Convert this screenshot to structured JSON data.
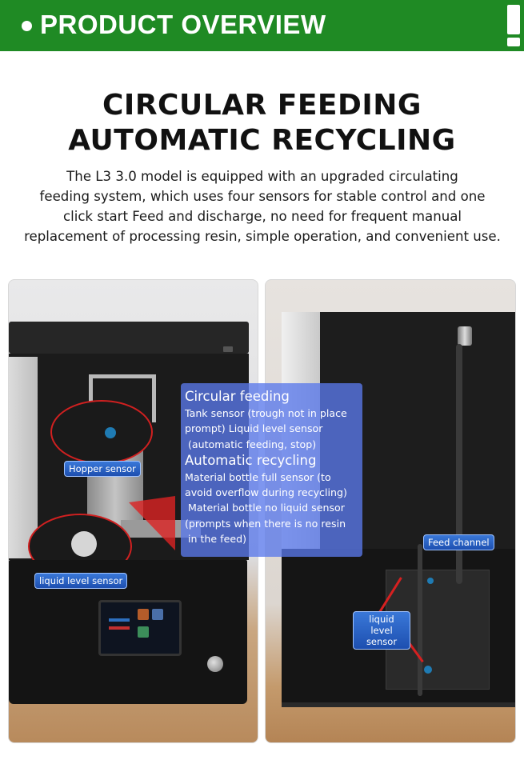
{
  "header": {
    "title": "PRODUCT OVERVIEW",
    "accent_color": "#1f8a24",
    "bullet_icon": "dot-icon",
    "alert_icon": "exclamation-icon"
  },
  "headline": {
    "line1": "CIRCULAR FEEDING",
    "line2": "AUTOMATIC RECYCLING"
  },
  "intro": {
    "lines": [
      "The L3 3.0 model is equipped with an upgraded circulating",
      "feeding system, which uses four sensors for stable control and one",
      "click start Feed and discharge, no need for frequent manual",
      "replacement of processing resin, simple operation, and convenient use."
    ]
  },
  "left_panel": {
    "labels": {
      "hopper": "Hopper sensor",
      "liquid_level": "liquid level sensor"
    }
  },
  "info_box": {
    "heading1": "Circular feeding",
    "lines1": [
      "Tank sensor (trough not in place",
      "prompt) Liquid level sensor",
      " (automatic feeding, stop)"
    ],
    "heading2": "Automatic recycling",
    "lines2": [
      "Material bottle full sensor (to",
      "avoid overflow during recycling)",
      " Material bottle no liquid sensor",
      "(prompts when there is no resin",
      " in the feed)"
    ]
  },
  "right_panel": {
    "labels": {
      "feed_channel": "Feed channel",
      "liquid_level_line1": "liquid level",
      "liquid_level_line2": "sensor"
    }
  }
}
